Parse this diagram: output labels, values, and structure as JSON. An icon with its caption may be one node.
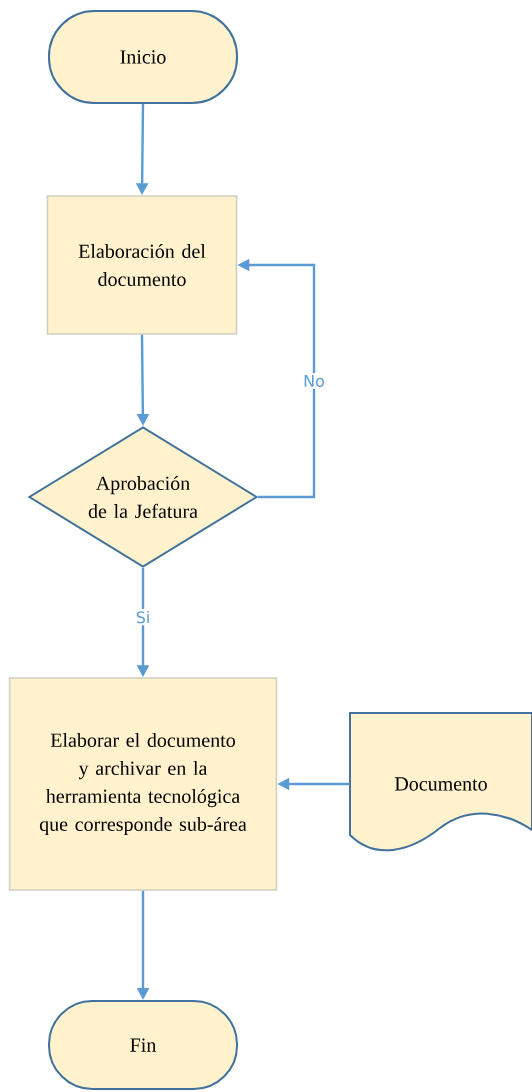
{
  "diagram": {
    "nodes": [
      {
        "text": [
          "Inicio"
        ]
      },
      {
        "text": [
          "Elaboración del documento"
        ]
      },
      {
        "text": [
          "Aprobación de la Jefatura"
        ]
      },
      {
        "text": [
          "Elaborar el documento y archivar en la herramienta tecnológica que corresponde sub-área"
        ]
      },
      {
        "text": [
          "Documento"
        ]
      },
      {
        "text": [
          "Fin"
        ]
      }
    ],
    "edges": [
      {
        "from": 0,
        "to": 1,
        "arrow": "to"
      },
      {
        "from": 1,
        "to": 2,
        "arrow": "to"
      },
      {
        "from": 2,
        "to": 1,
        "arrow": "to",
        "label": "No"
      },
      {
        "from": 2,
        "to": 3,
        "arrow": "to",
        "label": "Si"
      },
      {
        "from": 4,
        "to": 3,
        "arrow": "to"
      },
      {
        "from": 3,
        "to": 5,
        "arrow": "to"
      }
    ]
  }
}
